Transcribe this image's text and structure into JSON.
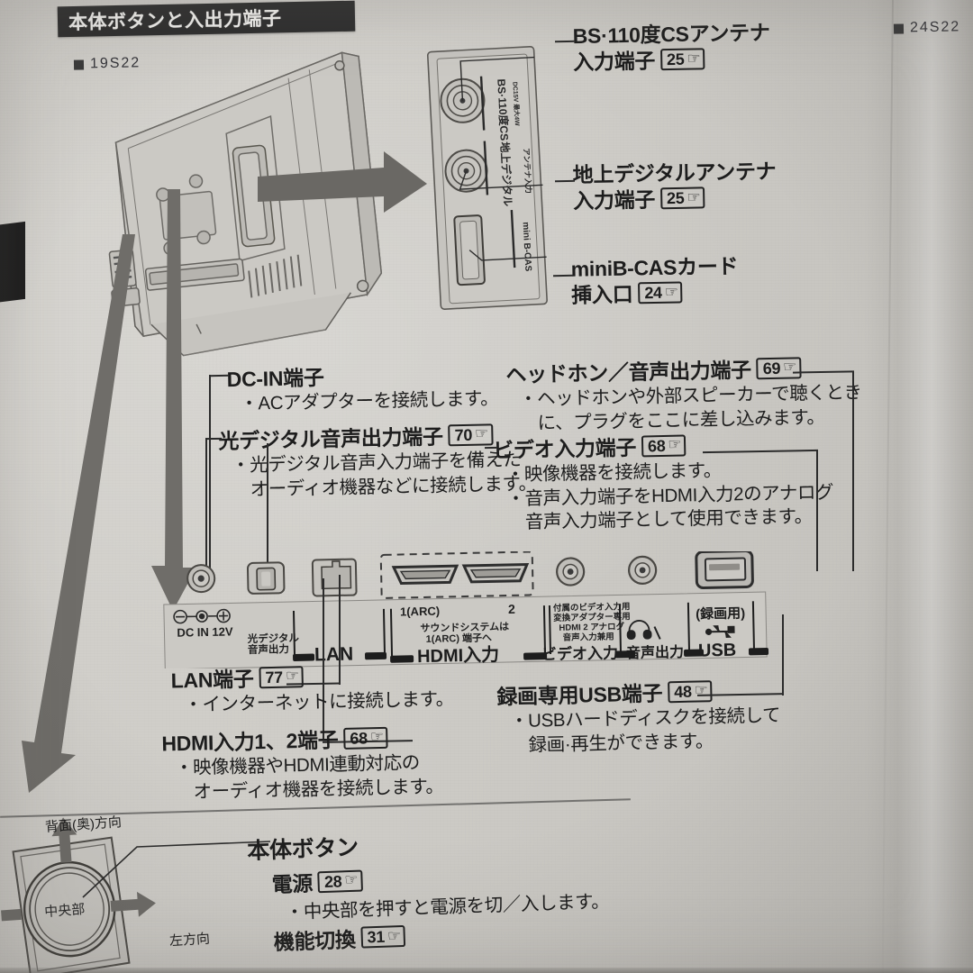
{
  "header": {
    "title": "本体ボタンと入出力端子",
    "model_left": "19S22",
    "model_right": "24S22"
  },
  "inset_panel_labels": {
    "bs_cs": "BS·110度CS",
    "dc_power": "DC15V 最大4W",
    "antenna_in": "アンテナ入力",
    "terrestrial": "地上デジタル",
    "bcas": "mini B-CAS"
  },
  "callouts": {
    "bs_cs_antenna": {
      "title_line1": "BS·110度CSアンテナ",
      "title_line2": "入力端子",
      "page": "25"
    },
    "terrestrial_antenna": {
      "title_line1": "地上デジタルアンテナ",
      "title_line2": "入力端子",
      "page": "25"
    },
    "bcas_card": {
      "title_line1": "miniB-CASカード",
      "title_line2": "挿入口",
      "page": "24"
    },
    "dc_in": {
      "title": "DC-IN端子",
      "bullets": [
        "・ACアダプターを接続します。"
      ]
    },
    "optical_out": {
      "title": "光デジタル音声出力端子",
      "page": "70",
      "bullets": [
        "・光デジタル音声入力端子を備えた",
        "オーディオ機器などに接続します。"
      ]
    },
    "headphone_out": {
      "title": "ヘッドホン／音声出力端子",
      "page": "69",
      "bullets": [
        "・ヘッドホンや外部スピーカーで聴くとき",
        "に、プラグをここに差し込みます。"
      ]
    },
    "video_in": {
      "title": "ビデオ入力端子",
      "page": "68",
      "bullets": [
        "・映像機器を接続します。",
        "・音声入力端子をHDMI入力2のアナログ",
        "音声入力端子として使用できます。"
      ]
    },
    "lan": {
      "title": "LAN端子",
      "page": "77",
      "bullets": [
        "・インターネットに接続します。"
      ]
    },
    "hdmi_in": {
      "title": "HDMI入力1、2端子",
      "page": "68",
      "bullets": [
        "・映像機器やHDMI連動対応の",
        "オーディオ機器を接続します。"
      ]
    },
    "usb_rec": {
      "title": "録画専用USB端子",
      "page": "48",
      "bullets": [
        "・USBハードディスクを接続して",
        "録画·再生ができます。"
      ]
    },
    "body_buttons": {
      "title": "本体ボタン",
      "power_label": "電源",
      "power_page": "28",
      "power_bullet": "・中央部を押すと電源を切／入します。",
      "func_label": "機能切換",
      "func_page": "31"
    }
  },
  "connector_strip": {
    "dc_in": "DC IN 12V",
    "optical_line1": "光デジタル",
    "optical_line2": "音声出力",
    "lan": "LAN",
    "hdmi_1": "1(ARC)",
    "hdmi_2": "2",
    "hdmi_note_line1": "サウンドシステムは",
    "hdmi_note_line2": "1(ARC) 端子へ",
    "hdmi_title": "HDMI入力",
    "video_note_line1": "付属のビデオ入力用",
    "video_note_line2": "変換アダプター専用",
    "video_note_line3": "HDMI 2 アナログ",
    "video_note_line4": "音声入力兼用",
    "video_title": "ビデオ入力",
    "audio_title": "音声出力",
    "usb_note": "(録画用)",
    "usb_title": "USB"
  },
  "button_diagram": {
    "back_direction": "背面(奥)方向",
    "center": "中央部",
    "left_direction": "左方向"
  },
  "colors": {
    "paper": "#cfcdc8",
    "ink": "#1d1d1d",
    "header_bg": "#2e2e2e",
    "arrow_gray": "#6e6c68"
  }
}
